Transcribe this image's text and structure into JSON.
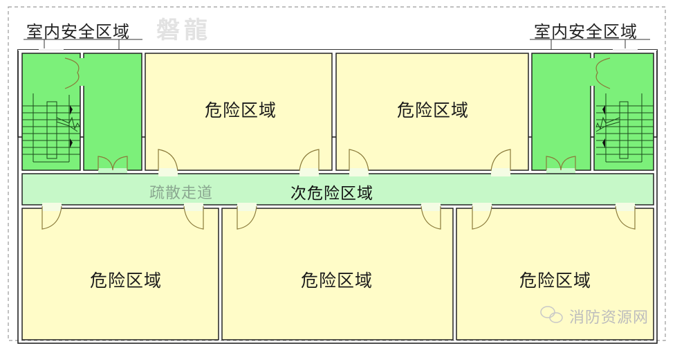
{
  "diagram": {
    "type": "floor-plan",
    "watermark_top": "磐龍",
    "brand_watermark": "消防资源网",
    "colors": {
      "safe_zone": "#7cf07a",
      "danger_zone": "#fffcc8",
      "corridor": "#c6f8c8",
      "wall": "#222222",
      "door": "#8a7a3a",
      "dashed_border": "#999999"
    },
    "labels": {
      "safe_left": "室内安全区域",
      "safe_right": "室内安全区域",
      "danger_top_1": "危险区域",
      "danger_top_2": "危险区域",
      "corridor_evac": "疏散走道",
      "corridor_sub": "次危险区域",
      "danger_bottom_1": "危险区域",
      "danger_bottom_2": "危险区域",
      "danger_bottom_3": "危险区域"
    }
  }
}
